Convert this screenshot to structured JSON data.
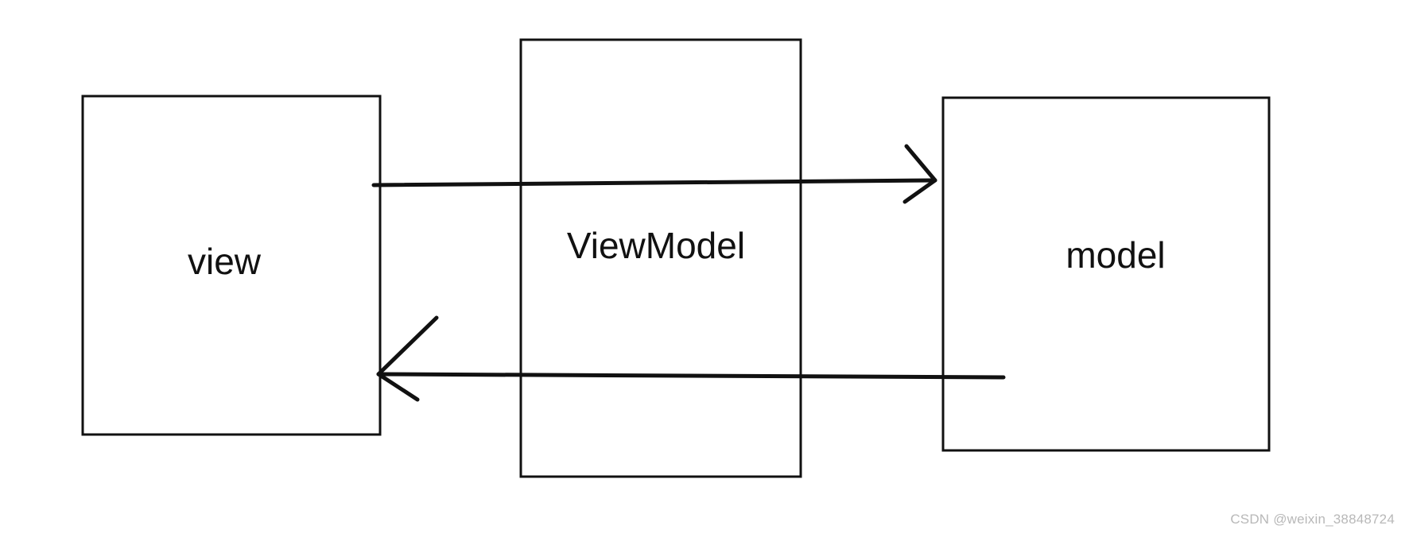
{
  "diagram": {
    "nodes": {
      "view": {
        "label": "view"
      },
      "viewmodel": {
        "label": "ViewModel"
      },
      "model": {
        "label": "model"
      }
    },
    "edges": [
      {
        "from": "view",
        "to": "model",
        "direction": "right"
      },
      {
        "from": "model",
        "to": "view",
        "direction": "left"
      }
    ]
  },
  "watermark": {
    "text": "CSDN @weixin_38848724"
  }
}
